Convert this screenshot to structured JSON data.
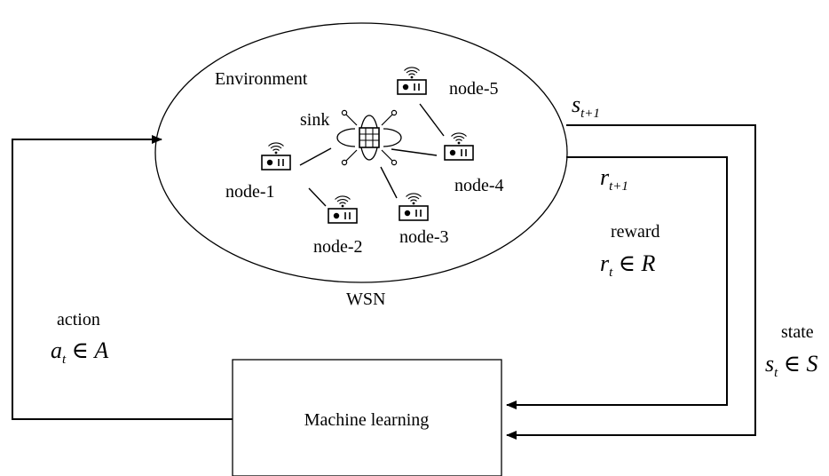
{
  "environment": {
    "label": "Environment",
    "network_label": "WSN",
    "sink_label": "sink",
    "nodes": [
      "node-1",
      "node-2",
      "node-3",
      "node-4",
      "node-5"
    ]
  },
  "learner": {
    "label": "Machine learning"
  },
  "action": {
    "word": "action",
    "var": "a",
    "sub": "t",
    "set": "A"
  },
  "reward": {
    "word": "reward",
    "var": "r",
    "sub": "t",
    "set": "R"
  },
  "next_state": {
    "var": "s",
    "sub": "t+1"
  },
  "next_reward": {
    "var": "r",
    "sub": "t+1"
  },
  "state": {
    "word": "state",
    "var": "s",
    "sub": "t",
    "set": "S"
  },
  "colors": {
    "stroke": "#000000",
    "background": "#ffffff"
  }
}
